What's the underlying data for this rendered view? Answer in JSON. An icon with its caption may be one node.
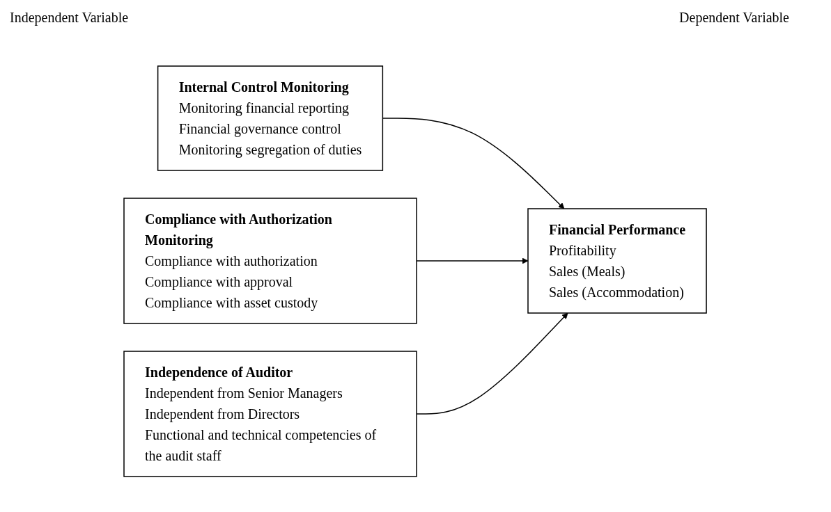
{
  "diagram": {
    "nodes": [
      {
        "text": [
          "Internal Control Monitoring",
          "Monitoring financial reporting",
          "Financial governance control",
          "Monitoring segregation of duties"
        ]
      },
      {
        "text": [
          "Compliance with Authorization Monitoring",
          "Compliance with authorization",
          "Compliance with approval",
          "Compliance with asset custody"
        ]
      },
      {
        "text": [
          "Independence of Auditor",
          "Independent from Senior Managers",
          "Independent from Directors",
          "Functional and technical competencies of the audit staff"
        ]
      },
      {
        "text": [
          "Financial Performance",
          "Profitability",
          "Sales (Meals)",
          "Sales (Accommodation)"
        ]
      }
    ],
    "edges": [
      {
        "from": 0,
        "to": 3,
        "arrow": "to"
      },
      {
        "from": 1,
        "to": 3,
        "arrow": "to"
      },
      {
        "from": 2,
        "to": 3,
        "arrow": "to"
      }
    ],
    "labels": [
      "Independent Variable",
      "Dependent Variable"
    ]
  }
}
